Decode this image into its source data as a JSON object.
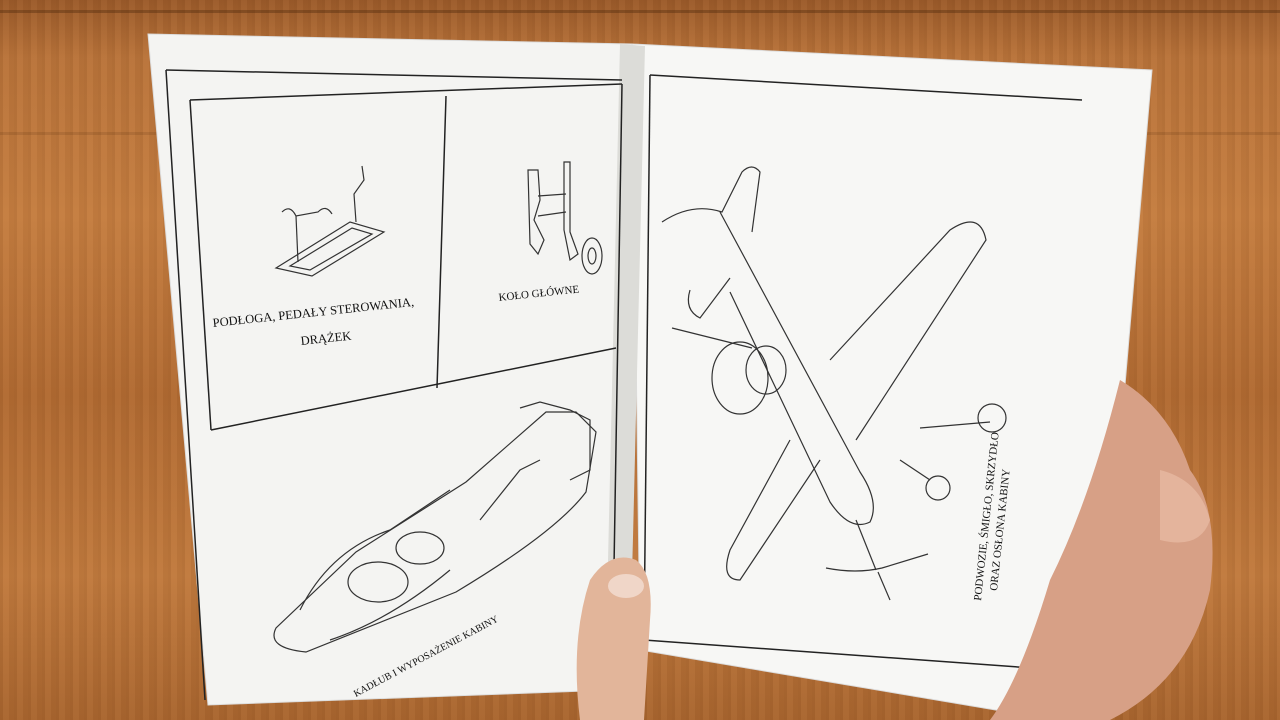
{
  "scene": {
    "description_labels": {
      "panel_floor": "PODŁOGA, PEDAŁY STEROWANIA,",
      "panel_floor_2": "DRĄŻEK",
      "panel_wheel": "KOŁO GŁÓWNE",
      "panel_fuselage": "KADŁUB I WYPOSAŻENIE KABINY",
      "panel_right_1": "PODWOZIE, ŚMIGŁO, SKRZYDŁO",
      "panel_right_2": "ORAZ OSŁONA KABINY"
    }
  }
}
